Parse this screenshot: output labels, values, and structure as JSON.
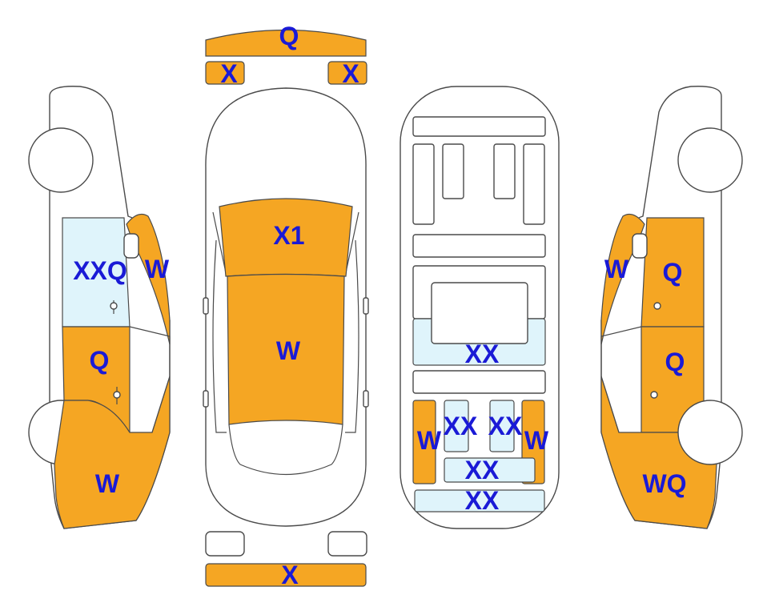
{
  "colors": {
    "damaged_panel": "#f5a623",
    "glass_panel": "#dff4fb",
    "label": "#1a1ad6",
    "outline": "#4a4a4a"
  },
  "views": {
    "front_bumper": {
      "top": "Q",
      "left_light": "X",
      "right_light": "X"
    },
    "rear_bumper": {
      "bottom": "X"
    },
    "top": {
      "hood": "X1",
      "roof": "W"
    },
    "interior": {
      "rear_glass": "XX",
      "left_seat_side": "W",
      "left_seat": "XX",
      "right_seat": "XX",
      "right_seat_side": "W",
      "rear_bench": "XX",
      "trunk_strip": "XX"
    },
    "left_side": {
      "window": "XXQ",
      "a_pillar": "W",
      "door": "Q",
      "rear_quarter": "W"
    },
    "right_side": {
      "a_pillar": "W",
      "front_door": "Q",
      "rear_door": "Q",
      "rear_quarter": "WQ"
    }
  }
}
